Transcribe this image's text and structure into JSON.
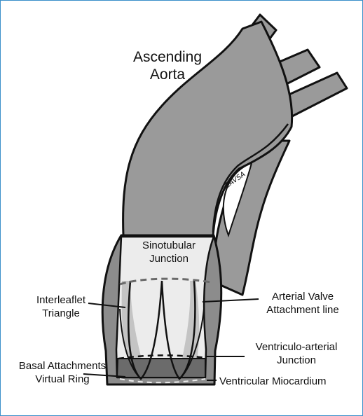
{
  "labels": {
    "ascending_aorta": "Ascending\nAorta",
    "sinotubular_junction": "Sinotubular\nJunction",
    "interleaflet_triangle": "Interleaflet\nTriangle",
    "arterial_valve_attachment_line": "Arterial Valve\nAttachment line",
    "ventriculo_arterial_junction": "Ventriculo-arterial\nJunction",
    "basal_attachments_virtual_ring": "Basal Attachments\nVirtual Ring",
    "ventricular_miocardium": "Ventricular Miocardium"
  },
  "signature": "CAVSA",
  "colors": {
    "aorta_gray": "#9a9a9a",
    "wall_gray": "#8c8c8c",
    "lumen_light": "#ececec",
    "leaflet_mid": "#c4c4c4",
    "myocardium_dark": "#6b6b6b",
    "outline": "#111111",
    "frame_border": "#3a8fc9"
  }
}
